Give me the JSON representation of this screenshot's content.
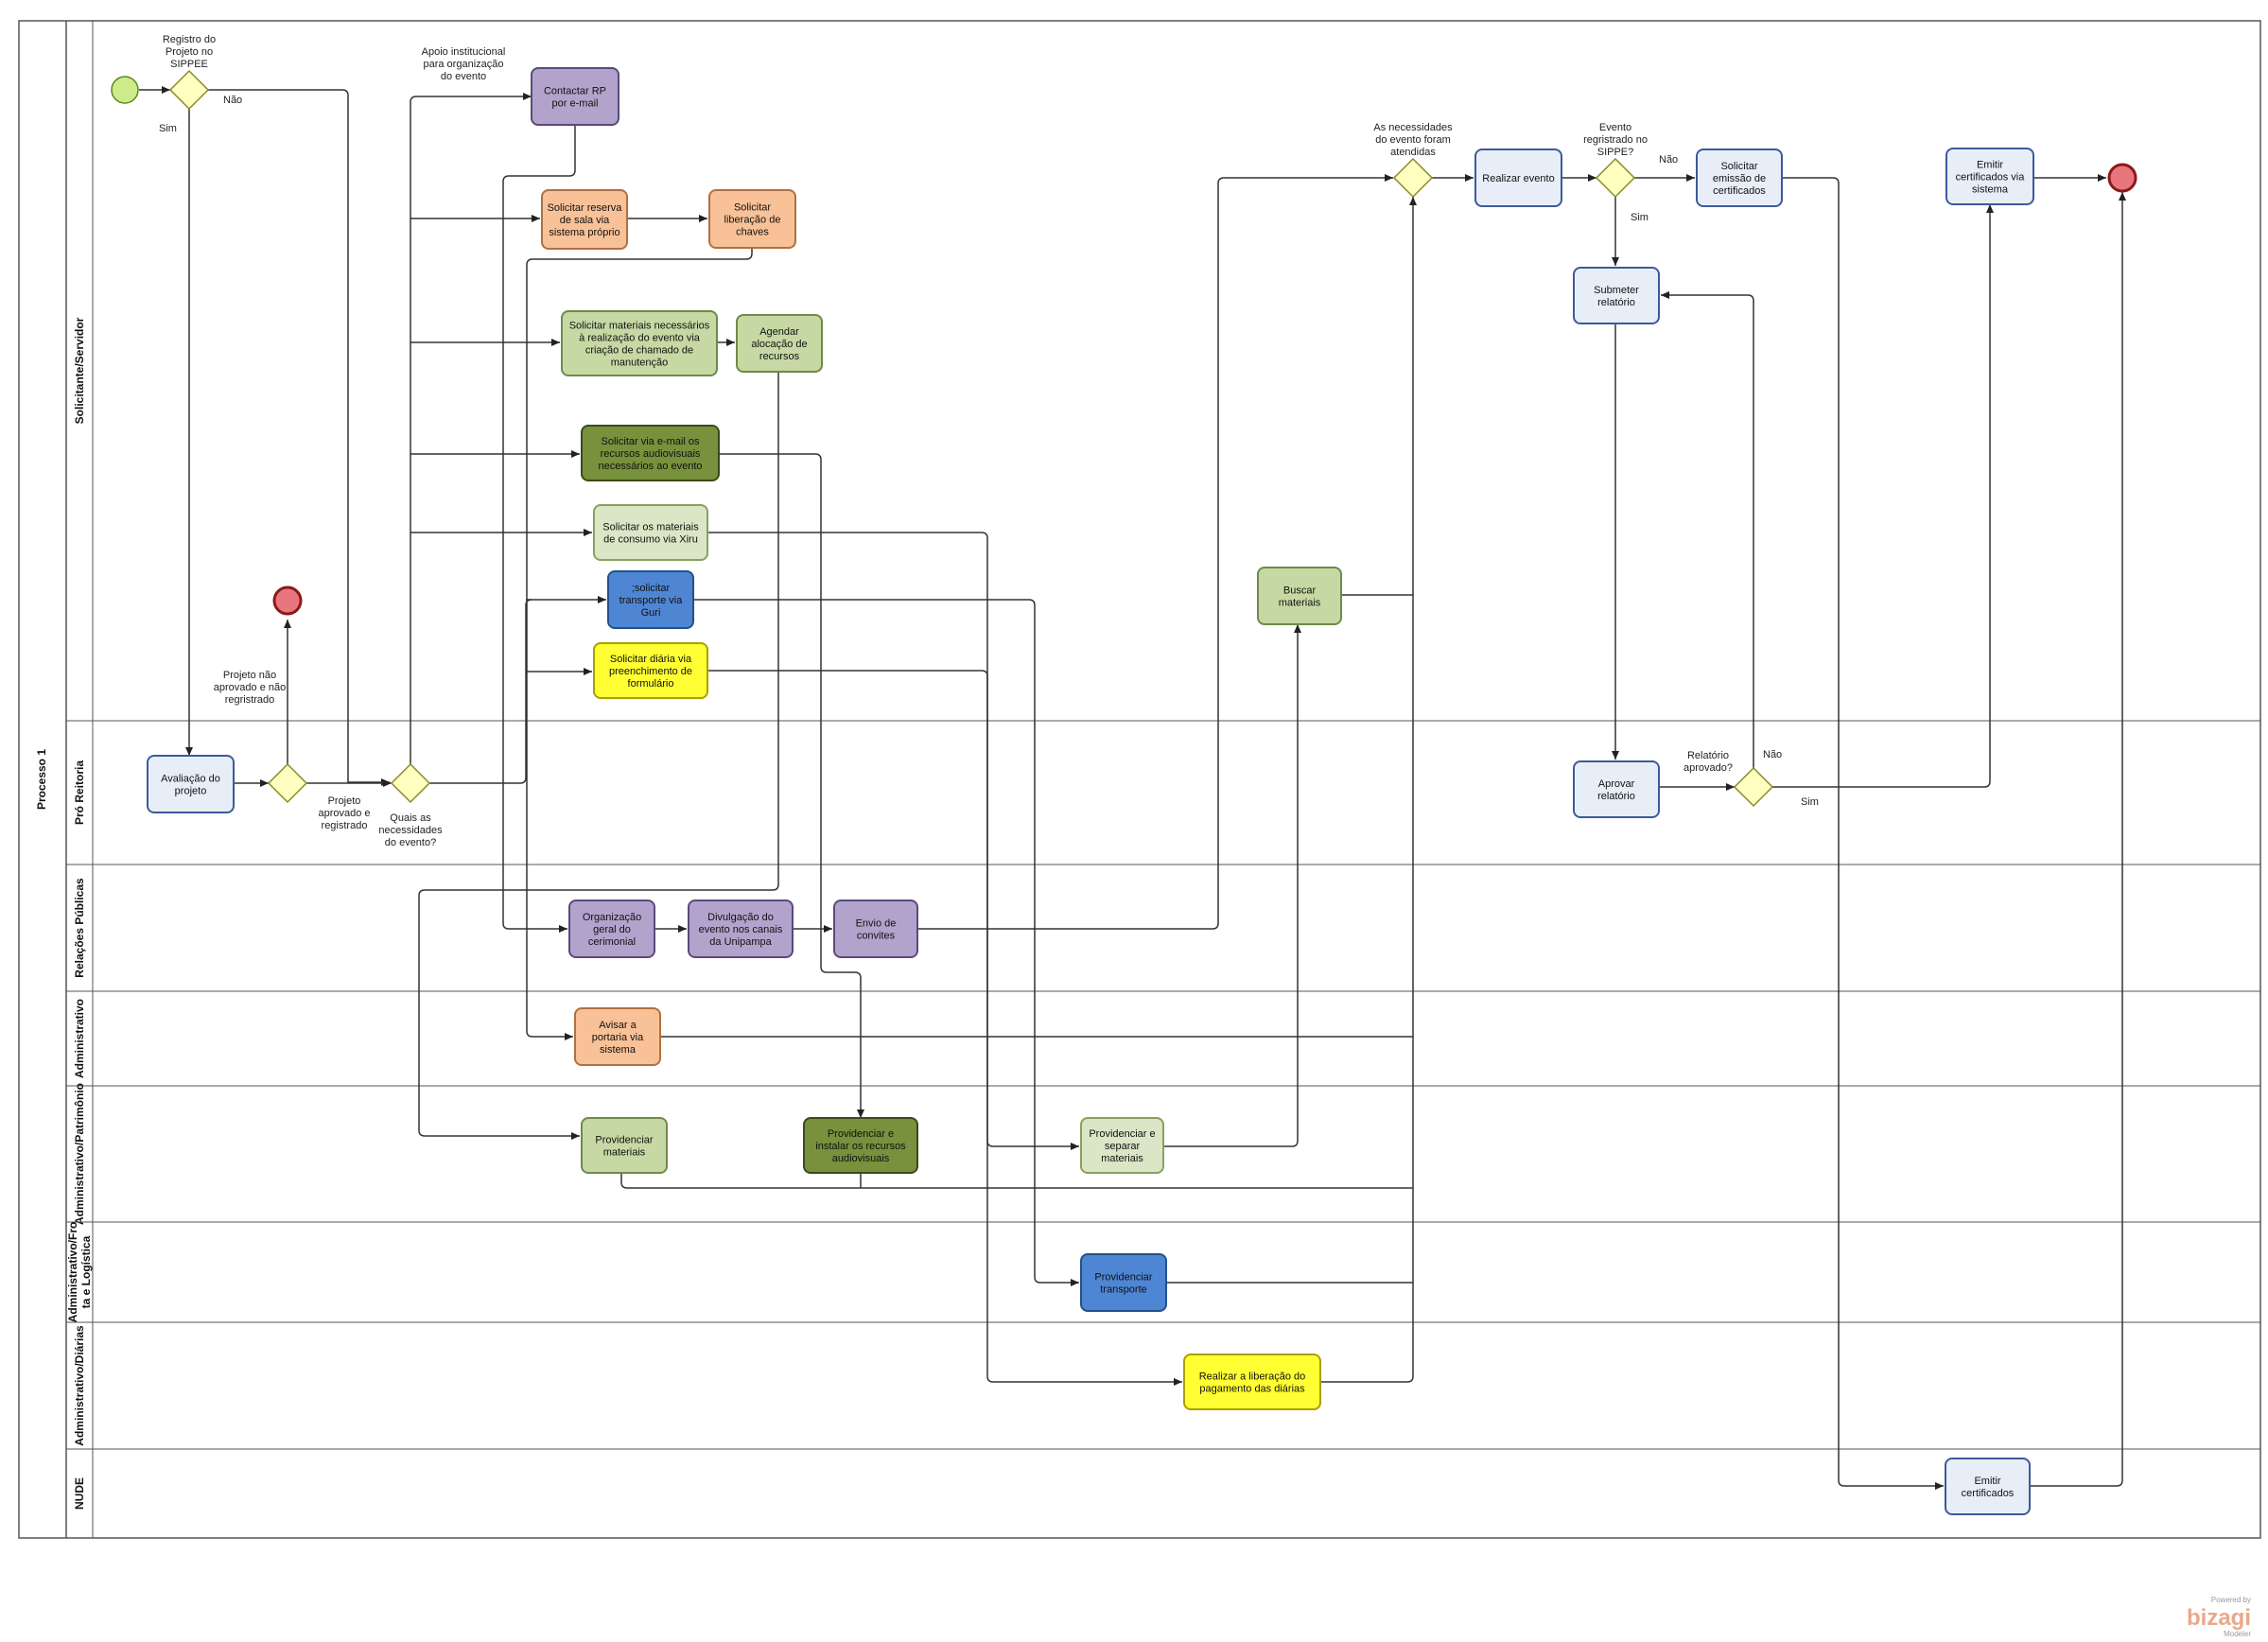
{
  "pool": {
    "label": "Processo 1"
  },
  "lanes": [
    {
      "id": "solicitante",
      "label": "Solicitante/Servidor"
    },
    {
      "id": "proreitoria",
      "label": "Pró Reitoria"
    },
    {
      "id": "rp",
      "label": "Relações Públicas"
    },
    {
      "id": "adm",
      "label": "Administrativo"
    },
    {
      "id": "patrimonio",
      "label": "Administrativo/Patrimônio"
    },
    {
      "id": "frota",
      "label": "Administrativo/Frota e Logística"
    },
    {
      "id": "diarias",
      "label": "Administrativo/Diárias"
    },
    {
      "id": "nude",
      "label": "NUDE"
    }
  ],
  "tasks": [
    {
      "id": "avaliacao",
      "label": [
        "Avaliação do",
        "projeto"
      ],
      "color": "#e8eef8",
      "stroke": "#3c5a9a"
    },
    {
      "id": "contactar",
      "label": [
        "Contactar RP",
        "por e-mail"
      ],
      "color": "#b2a3cc",
      "stroke": "#5a4a7a"
    },
    {
      "id": "reserva",
      "label": [
        "Solicitar reserva",
        "de sala via",
        "sistema próprio"
      ],
      "color": "#f9c197",
      "stroke": "#b07040"
    },
    {
      "id": "chaves",
      "label": [
        "Solicitar",
        "liberação de",
        "chaves"
      ],
      "color": "#f9c197",
      "stroke": "#b07040"
    },
    {
      "id": "materiais",
      "label": [
        "Solicitar materiais necessários",
        "à realização do evento via",
        "criação de chamado de",
        "manutenção"
      ],
      "color": "#c6d9a4",
      "stroke": "#6f8a4a"
    },
    {
      "id": "agendar",
      "label": [
        "Agendar",
        "alocação de",
        "recursos"
      ],
      "color": "#c6d9a4",
      "stroke": "#6f8a4a"
    },
    {
      "id": "audiovisual_req",
      "label": [
        "Solicitar via e-mail os",
        "recursos audiovisuais",
        "necessários ao evento"
      ],
      "color": "#77913c",
      "stroke": "#3a4a1a"
    },
    {
      "id": "consumo",
      "label": [
        "Solicitar os materiais",
        "de consumo via Xiru"
      ],
      "color": "#dbe6c6",
      "stroke": "#8aa060"
    },
    {
      "id": "transporte_req",
      "label": [
        ";solicitar",
        "transporte via",
        "Guri"
      ],
      "color": "#4f86d4",
      "stroke": "#24508a"
    },
    {
      "id": "diaria_req",
      "label": [
        "Solicitar diária via",
        "preenchimento de",
        "formulário"
      ],
      "color": "#ffff33",
      "stroke": "#a8a000"
    },
    {
      "id": "buscar",
      "label": [
        "Buscar",
        "materiais"
      ],
      "color": "#c6d9a4",
      "stroke": "#6f8a4a"
    },
    {
      "id": "realizar",
      "label": [
        "Realizar evento"
      ],
      "color": "#e8eef8",
      "stroke": "#3c5a9a"
    },
    {
      "id": "emissao",
      "label": [
        "Solicitar",
        "emissão de",
        "certificados"
      ],
      "color": "#e8eef8",
      "stroke": "#3c5a9a"
    },
    {
      "id": "emitir_sis",
      "label": [
        "Emitir",
        "certificados via",
        "sistema"
      ],
      "color": "#e8eef8",
      "stroke": "#3c5a9a"
    },
    {
      "id": "submeter",
      "label": [
        "Submeter",
        "relatório"
      ],
      "color": "#e8eef8",
      "stroke": "#3c5a9a"
    },
    {
      "id": "aprovar",
      "label": [
        "Aprovar",
        "relatório"
      ],
      "color": "#e8eef8",
      "stroke": "#3c5a9a"
    },
    {
      "id": "organizacao",
      "label": [
        "Organização",
        "geral do",
        "cerimonial"
      ],
      "color": "#b2a3cc",
      "stroke": "#5a4a7a"
    },
    {
      "id": "divulgacao",
      "label": [
        "Divulgação do",
        "evento nos canais",
        "da Unipampa"
      ],
      "color": "#b2a3cc",
      "stroke": "#5a4a7a"
    },
    {
      "id": "convites",
      "label": [
        "Envio de",
        "convites"
      ],
      "color": "#b2a3cc",
      "stroke": "#5a4a7a"
    },
    {
      "id": "portaria",
      "label": [
        "Avisar a",
        "portaria via",
        "sistema"
      ],
      "color": "#f9c197",
      "stroke": "#b07040"
    },
    {
      "id": "prov_materiais",
      "label": [
        "Providenciar",
        "materiais"
      ],
      "color": "#c6d9a4",
      "stroke": "#6f8a4a"
    },
    {
      "id": "prov_audio",
      "label": [
        "Providenciar e",
        "instalar os recursos",
        "audiovisuais"
      ],
      "color": "#77913c",
      "stroke": "#3a4a1a"
    },
    {
      "id": "prov_separar",
      "label": [
        "Providenciar e",
        "separar",
        "materiais"
      ],
      "color": "#dbe6c6",
      "stroke": "#8aa060"
    },
    {
      "id": "prov_transporte",
      "label": [
        "Providenciar",
        "transporte"
      ],
      "color": "#4f86d4",
      "stroke": "#24508a"
    },
    {
      "id": "liberacao_diarias",
      "label": [
        "Realizar a liberação do",
        "pagamento das diárias"
      ],
      "color": "#ffff33",
      "stroke": "#a8a000"
    },
    {
      "id": "emitir_cert",
      "label": [
        "Emitir",
        "certificados"
      ],
      "color": "#e8eef8",
      "stroke": "#3c5a9a"
    }
  ],
  "gateways": [
    {
      "id": "gw_registro",
      "label": [
        "Registro do",
        "Projeto no",
        "SIPPEE"
      ]
    },
    {
      "id": "gw_aprovado",
      "label": []
    },
    {
      "id": "gw_necessidades",
      "label": [
        "Quais as",
        "necessidades",
        "do evento?"
      ]
    },
    {
      "id": "gw_atendidas",
      "label": [
        "As necessidades",
        "do evento foram",
        "atendidas"
      ]
    },
    {
      "id": "gw_sippe",
      "label": [
        "Evento",
        "regristrado no",
        "SIPPE?"
      ]
    },
    {
      "id": "gw_relatorio",
      "label": [
        "Relatório",
        "aprovado?"
      ]
    }
  ],
  "flow_labels": {
    "registro_sim": "Sim",
    "registro_nao": "Não",
    "apoio": [
      "Apoio institucional",
      "para organização",
      "do evento"
    ],
    "nao_aprovado": [
      "Projeto não",
      "aprovado e não",
      "regristrado"
    ],
    "aprovado": [
      "Projeto",
      "aprovado e",
      "registrado"
    ],
    "sippe_nao": "Não",
    "sippe_sim": "Sim",
    "relatorio_nao": "Não",
    "relatorio_sim": "Sim"
  },
  "watermark": {
    "top": "Powered by",
    "brand": "bizagi",
    "bottom": "Modeler"
  }
}
